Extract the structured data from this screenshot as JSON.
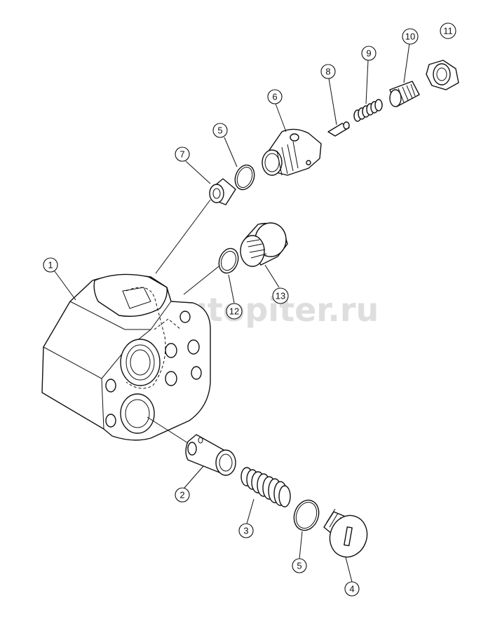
{
  "watermark": {
    "text": "autopiter.ru"
  },
  "callouts": [
    {
      "id": "c1",
      "label": "1"
    },
    {
      "id": "c2",
      "label": "2"
    },
    {
      "id": "c3",
      "label": "3"
    },
    {
      "id": "c4",
      "label": "4"
    },
    {
      "id": "c5a",
      "label": "5"
    },
    {
      "id": "c5b",
      "label": "5"
    },
    {
      "id": "c6",
      "label": "6"
    },
    {
      "id": "c7",
      "label": "7"
    },
    {
      "id": "c8",
      "label": "8"
    },
    {
      "id": "c9",
      "label": "9"
    },
    {
      "id": "c10",
      "label": "10"
    },
    {
      "id": "c11",
      "label": "11"
    },
    {
      "id": "c12",
      "label": "12"
    },
    {
      "id": "c13",
      "label": "13"
    }
  ],
  "colors": {
    "line": "#111111",
    "watermark": "#d4d4d4"
  }
}
